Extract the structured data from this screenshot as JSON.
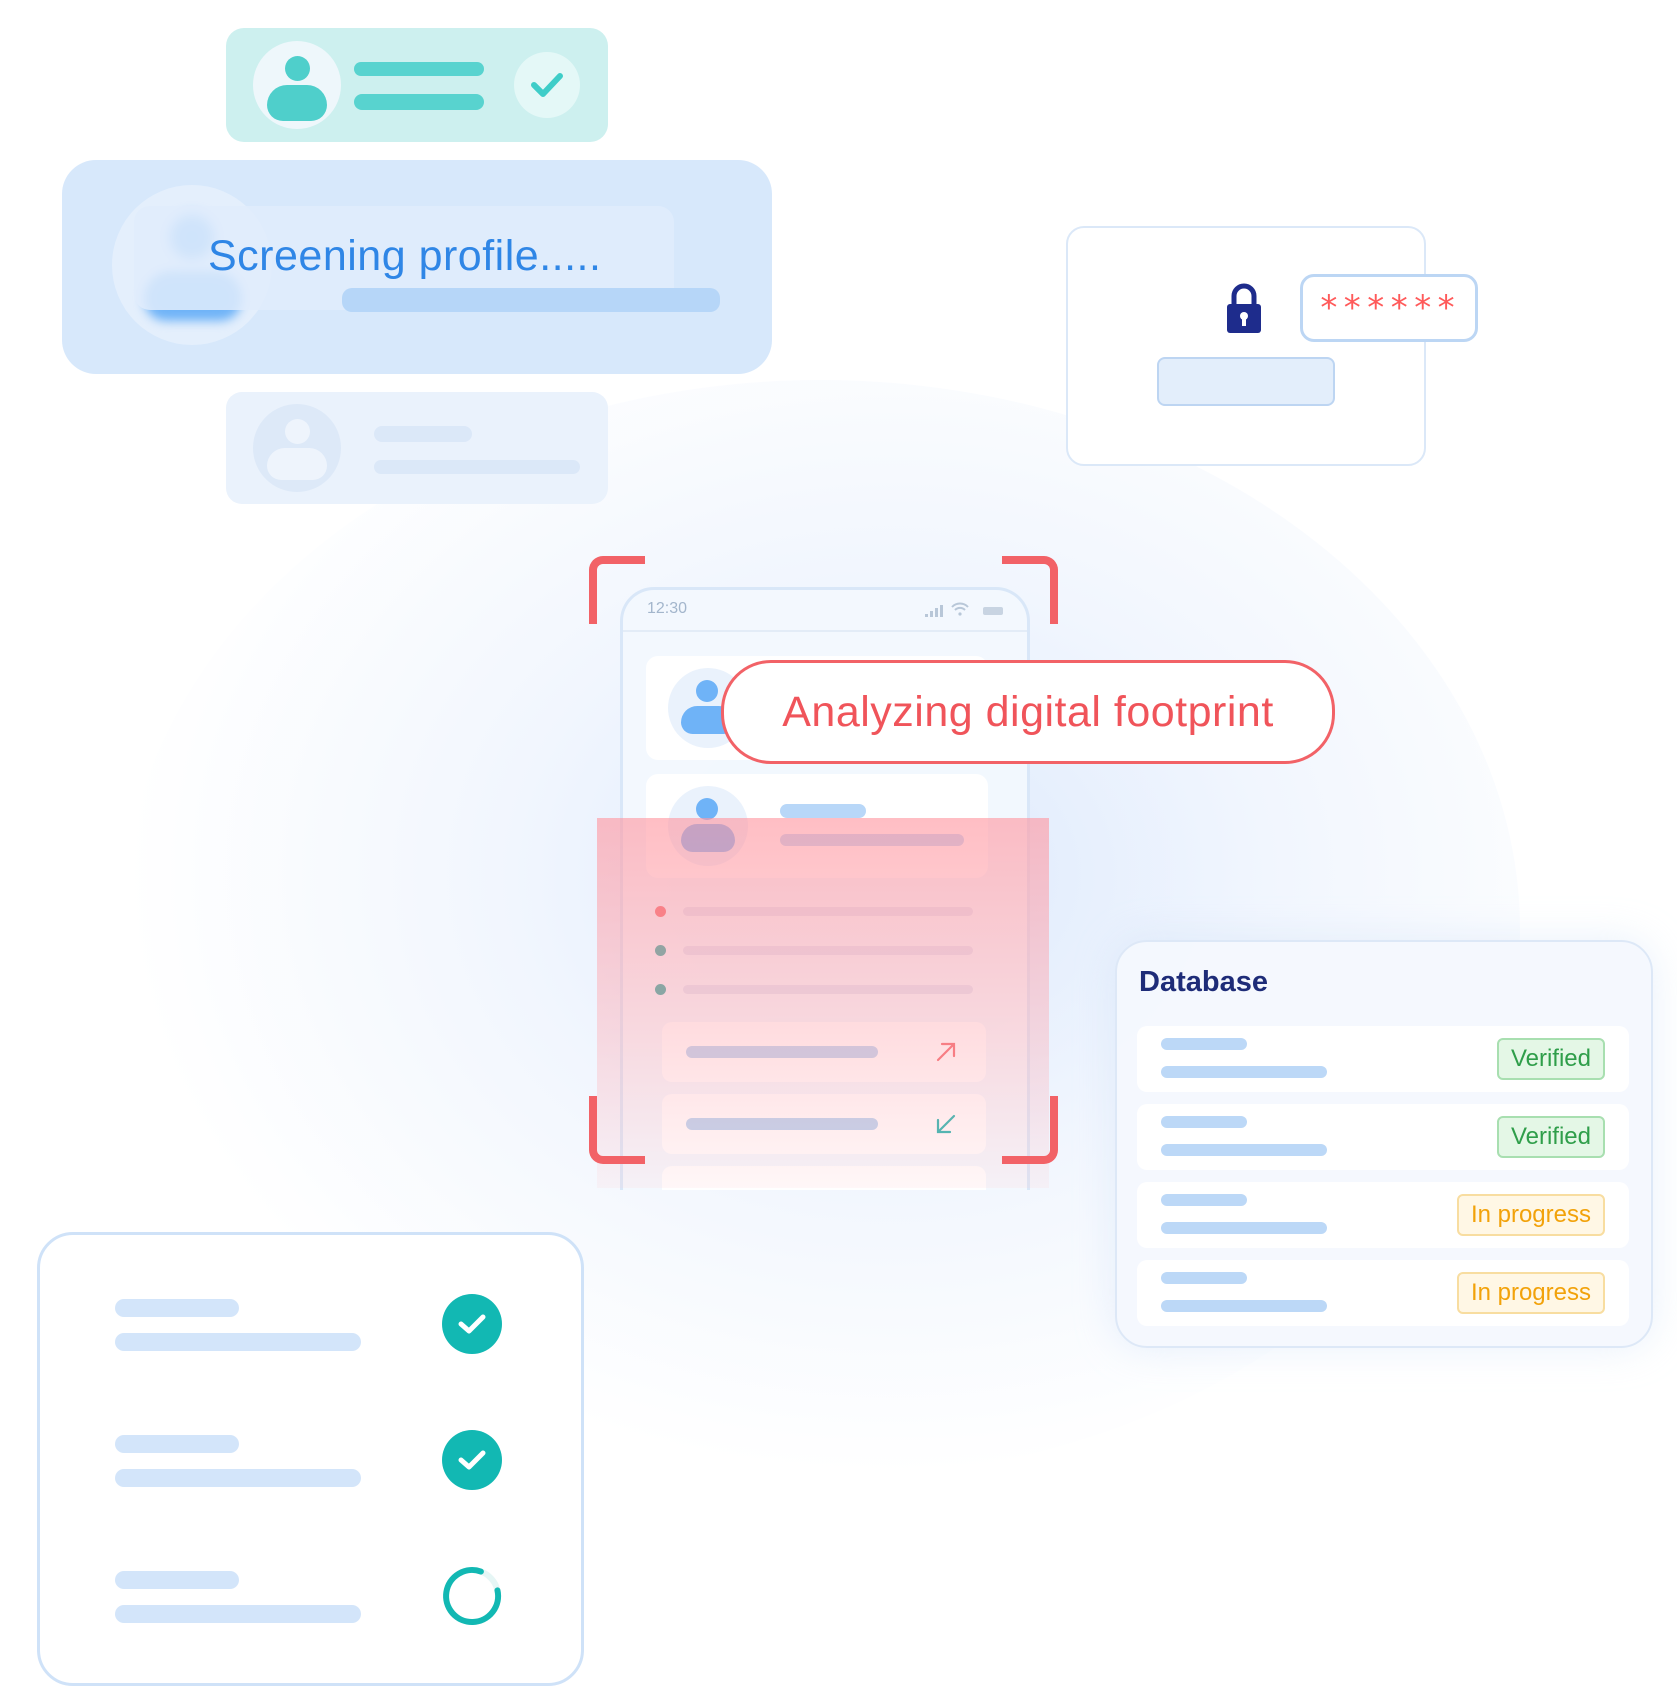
{
  "screening": {
    "text": "Screening profile....."
  },
  "login": {
    "password_mask": "******"
  },
  "phone": {
    "time": "12:30"
  },
  "analyzing": {
    "text": "Analyzing digital footprint"
  },
  "database": {
    "title": "Database",
    "rows": [
      {
        "status": "Verified"
      },
      {
        "status": "Verified"
      },
      {
        "status": "In progress"
      },
      {
        "status": "In progress"
      }
    ]
  },
  "checklist": {
    "items": [
      {
        "state": "done"
      },
      {
        "state": "done"
      },
      {
        "state": "loading"
      }
    ]
  },
  "colors": {
    "teal": "#12b8b3",
    "accent_blue": "#2f86e6",
    "alert_red": "#f26267",
    "navy": "#1e2c78"
  }
}
